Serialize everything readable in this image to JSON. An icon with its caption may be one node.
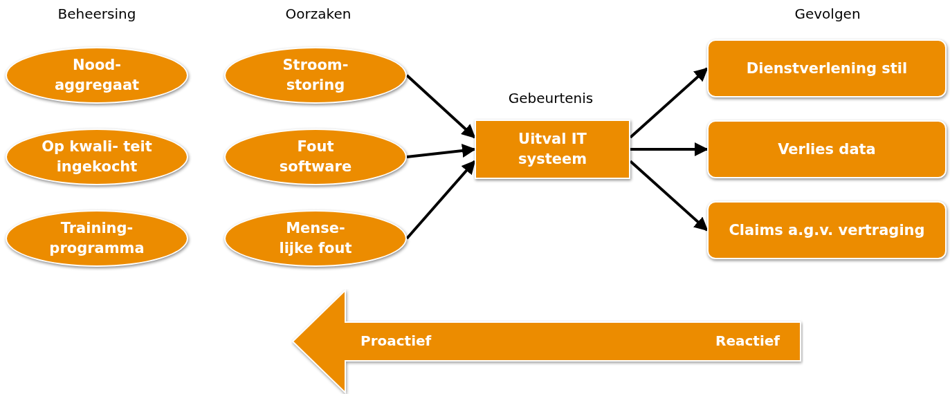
{
  "diagram": {
    "nodes": [
      {
        "text": [
          "Nood- aggregaat"
        ]
      },
      {
        "text": [
          "Op kwali- teit ingekocht"
        ]
      },
      {
        "text": [
          "Training- programma"
        ]
      },
      {
        "text": [
          "Stroom- storing"
        ]
      },
      {
        "text": [
          "Fout software"
        ]
      },
      {
        "text": [
          "Mense- lijke fout"
        ]
      },
      {
        "text": [
          "Uitval IT systeem"
        ]
      },
      {
        "text": [
          "Dienstverlening stil"
        ]
      },
      {
        "text": [
          "Verlies data"
        ]
      },
      {
        "text": [
          "Claims a.g.v. vertraging"
        ]
      },
      {
        "text": [
          "Proactief",
          "Reactief"
        ]
      }
    ],
    "edges": [
      {
        "from": 3,
        "to": 6,
        "arrow": "to"
      },
      {
        "from": 4,
        "to": 6,
        "arrow": "to"
      },
      {
        "from": 5,
        "to": 6,
        "arrow": "to"
      },
      {
        "from": 6,
        "to": 7,
        "arrow": "to"
      },
      {
        "from": 6,
        "to": 8,
        "arrow": "to"
      },
      {
        "from": 6,
        "to": 9,
        "arrow": "to"
      }
    ],
    "labels": [
      "Beheersing",
      "Oorzaken",
      "Gebeurtenis",
      "Gevolgen"
    ]
  }
}
